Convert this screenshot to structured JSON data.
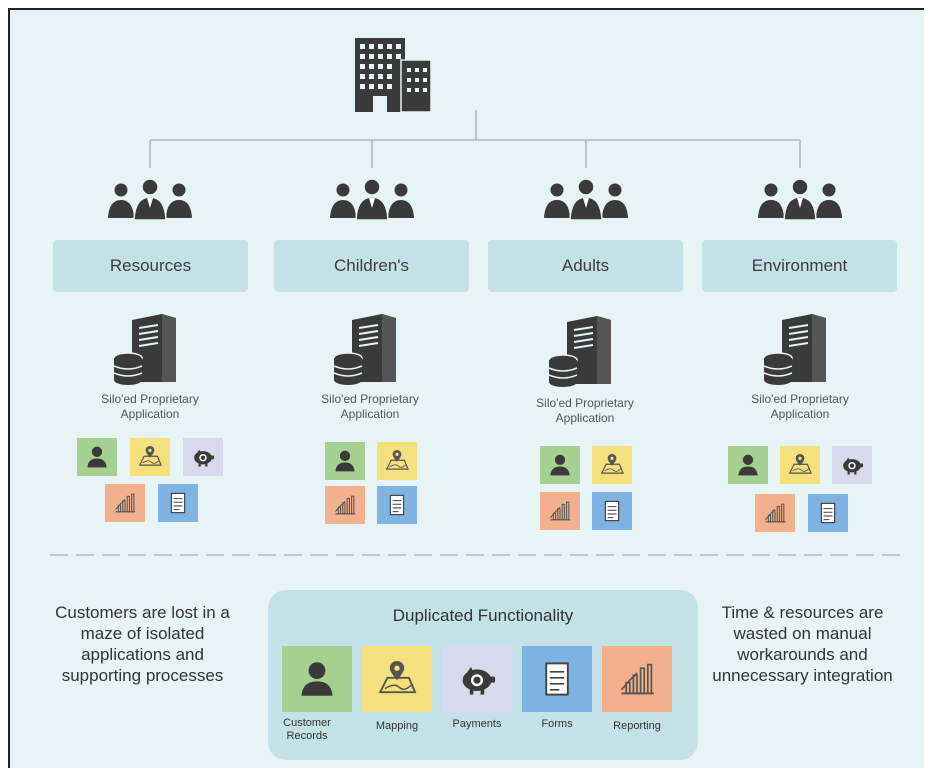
{
  "departments": [
    {
      "label": "Resources",
      "app_line1": "Silo'ed Proprietary",
      "app_line2": "Application"
    },
    {
      "label": "Children's",
      "app_line1": "Silo'ed Proprietary",
      "app_line2": "Application"
    },
    {
      "label": "Adults",
      "app_line1": "Silo'ed Proprietary",
      "app_line2": "Application"
    },
    {
      "label": "Environment",
      "app_line1": "Silo'ed Proprietary",
      "app_line2": "Application"
    }
  ],
  "left_note": "Customers are lost in a maze of isolated applications and supporting processes",
  "right_note": "Time & resources are wasted on manual workarounds and unnecessary integration",
  "duplicated": {
    "title": "Duplicated Functionality",
    "items": [
      {
        "label": "Customer Records",
        "icon": "customer-records-icon",
        "color": "#a6cf92"
      },
      {
        "label": "Mapping",
        "icon": "mapping-icon",
        "color": "#f4e07c"
      },
      {
        "label": "Payments",
        "icon": "payments-icon",
        "color": "#d9d9ee"
      },
      {
        "label": "Forms",
        "icon": "forms-icon",
        "color": "#7eb3e2"
      },
      {
        "label": "Reporting",
        "icon": "reporting-icon",
        "color": "#f3b08c"
      }
    ]
  },
  "colors": {
    "background": "#e7f3f5",
    "label_box": "#c4e1e7",
    "icon_dark": "#3a3a3a"
  }
}
